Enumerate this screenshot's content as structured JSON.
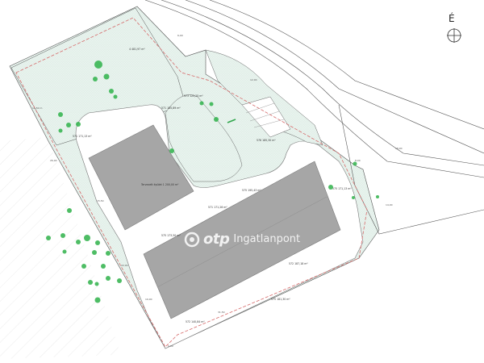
{
  "compass": {
    "letter": "É"
  },
  "watermark": {
    "brand": "otp",
    "text": "Ingatlanpont"
  },
  "buildings": {
    "upper_label": "Tervezett épület 1 200,00 m²"
  },
  "plot_labels": [
    "4 481,97 m²",
    "571 185,89 m²",
    "573 125,25 m²",
    "571 171,13 m²",
    "576 185,30 m²",
    "575 195,43 m²",
    "571 171,26 m²",
    "575 173,50 m²",
    "572 187,18 m²",
    "575 181,30 m²",
    "572 140,84 m²",
    "575 171,13 m²"
  ],
  "dimension_labels": [
    "11,50 m",
    "6,00",
    "12,00",
    "15,50",
    "22,00",
    "8,00",
    "10,00",
    "14,00",
    "18,00",
    "31,50",
    "26,00",
    "9,00"
  ],
  "colors": {
    "green_area": "#e7f3ee",
    "building": "#a6a6a6",
    "tree": "#2fb14a",
    "boundary": "#d66a6a",
    "road_line": "#555555"
  }
}
